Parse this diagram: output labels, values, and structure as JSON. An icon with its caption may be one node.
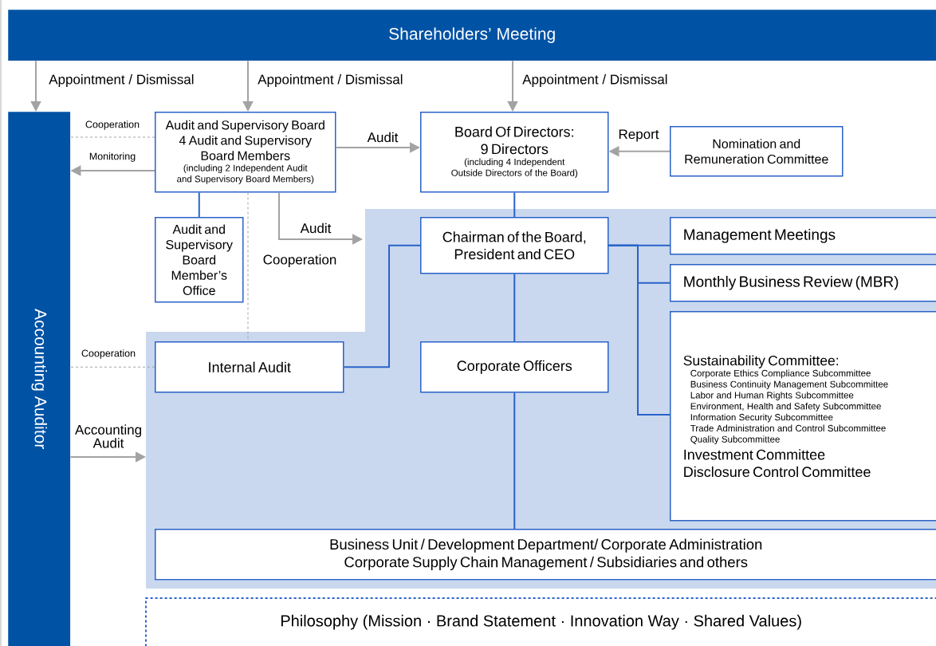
{
  "diagram": {
    "nodes": [
      {
        "text": [
          "Shareholders’ Meeting"
        ]
      },
      {
        "text": [
          "Accounting Auditor"
        ]
      },
      {
        "text": [
          "Audit and Supervisory Board",
          "4 Audit and Supervisory Board Members",
          "(including 2 Independent Audit and Supervisory Board Members)"
        ]
      },
      {
        "text": [
          "Board Of Directors:",
          "9 Directors",
          "(including 4 Independent Outside Directors of the Board)"
        ]
      },
      {
        "text": [
          "Nomination and Remuneration Committee"
        ]
      },
      {
        "text": [
          "Audit and Supervisory Board Member’s Office"
        ]
      },
      {
        "text": [],
        "shape": "box"
      },
      {
        "text": [
          "Chairman of the Board, President and CEO"
        ],
        "in": 6
      },
      {
        "text": [
          "Management Meetings"
        ],
        "in": 6
      },
      {
        "text": [
          "Monthly Business Review (MBR)"
        ],
        "in": 6
      },
      {
        "text": [
          "Sustainability Committee:",
          "Corporate Ethics Compliance Subcommittee",
          "Business Continuity Management Subcommittee",
          "Labor and Human Rights Subcommittee",
          "Environment, Health and Safety Subcommittee",
          "Information Security Subcommittee",
          "Trade Administration and Control Subcommittee",
          "Quality Subcommittee",
          "Investment Committee",
          "Disclosure Control Committee"
        ],
        "in": 6
      },
      {
        "text": [
          "Internal Audit"
        ],
        "in": 6
      },
      {
        "text": [
          "Corporate Officers"
        ],
        "in": 6
      },
      {
        "text": [
          "Business Unit / Development Department/ Corporate Administration Corporate Supply Chain Management / Subsidiaries and others"
        ],
        "in": 6
      },
      {
        "text": [
          "Philosophy (Mission · Brand Statement · Innovation Way · Shared Values)"
        ]
      }
    ],
    "edges": [
      {
        "from": 0,
        "to": 1,
        "arrow": "to",
        "label": "Appointment / Dismissal"
      },
      {
        "from": 0,
        "to": 2,
        "arrow": "to",
        "label": "Appointment / Dismissal"
      },
      {
        "from": 0,
        "to": 3,
        "arrow": "to",
        "label": "Appointment / Dismissal"
      },
      {
        "from": 2,
        "to": 1,
        "arrow": "to",
        "label": "Monitoring"
      },
      {
        "from": 2,
        "to": 1,
        "arrow": "none",
        "label": "Cooperation",
        "style": "dashed"
      },
      {
        "from": 2,
        "to": 3,
        "arrow": "to",
        "label": "Audit"
      },
      {
        "from": 4,
        "to": 3,
        "arrow": "to",
        "label": "Report"
      },
      {
        "from": 3,
        "to": 7,
        "arrow": "none",
        "color": "#2a62c9"
      },
      {
        "from": 2,
        "to": 5,
        "arrow": "none",
        "color": "#2a62c9"
      },
      {
        "from": 2,
        "to": 6,
        "arrow": "to",
        "label": "Audit"
      },
      {
        "from": 2,
        "to": 11,
        "arrow": "none",
        "label": "Cooperation",
        "style": "dashed"
      },
      {
        "from": 11,
        "to": 1,
        "arrow": "none",
        "label": "Cooperation",
        "style": "dashed"
      },
      {
        "from": 1,
        "to": 6,
        "arrow": "to",
        "label": "Accounting Audit"
      },
      {
        "from": 7,
        "to": 11,
        "arrow": "none",
        "color": "#2a62c9"
      },
      {
        "from": 7,
        "to": 8,
        "arrow": "none",
        "color": "#2a62c9"
      },
      {
        "from": 7,
        "to": 9,
        "arrow": "none",
        "color": "#2a62c9"
      },
      {
        "from": 7,
        "to": 10,
        "arrow": "none",
        "color": "#2a62c9"
      },
      {
        "from": 7,
        "to": 12,
        "arrow": "none",
        "color": "#2a62c9"
      },
      {
        "from": 12,
        "to": 13,
        "arrow": "none",
        "color": "#2a62c9"
      }
    ]
  }
}
